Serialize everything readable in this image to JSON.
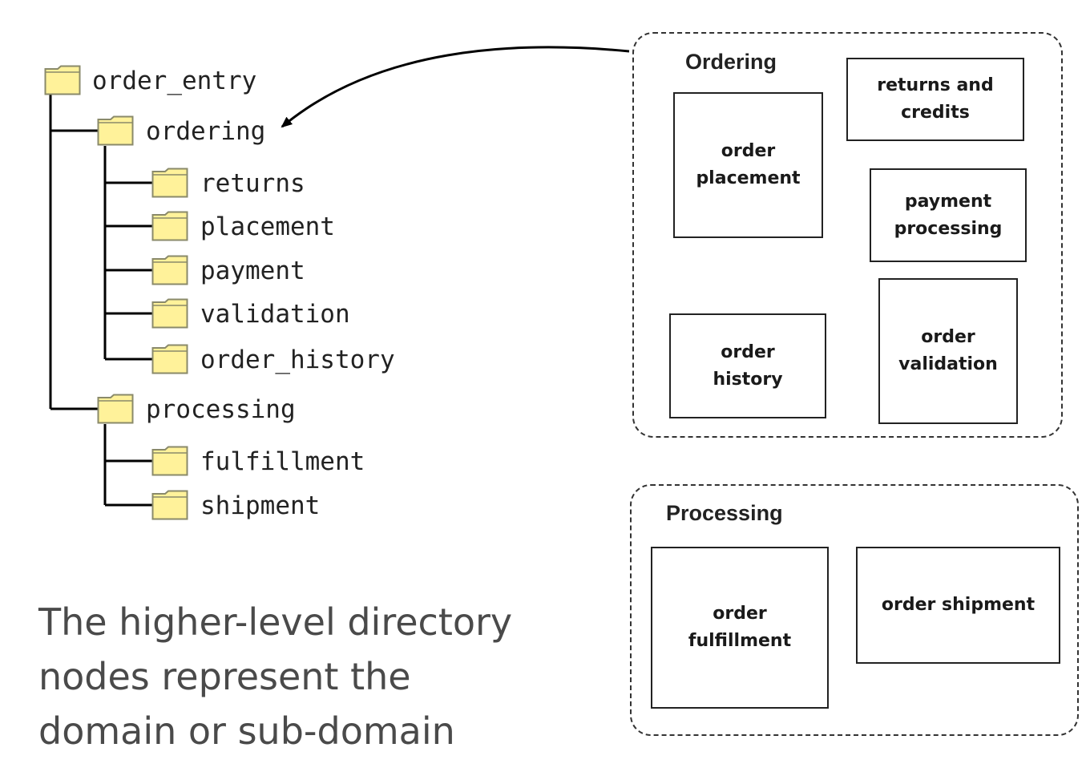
{
  "tree": {
    "root": "order_entry",
    "ordering": "ordering",
    "ordering_children": [
      "returns",
      "placement",
      "payment",
      "validation",
      "order_history"
    ],
    "processing": "processing",
    "processing_children": [
      "fulfillment",
      "shipment"
    ]
  },
  "caption": {
    "line1": "The higher-level directory",
    "line2": "nodes represent the",
    "line3": "domain or sub-domain"
  },
  "ordering_group": {
    "title": "Ordering",
    "returns_credits": "returns and\ncredits",
    "placement": "order\nplacement",
    "payment": "payment\nprocessing",
    "history": "order\nhistory",
    "validation": "order\nvalidation"
  },
  "processing_group": {
    "title": "Processing",
    "fulfillment": "order\nfulfillment",
    "shipment": "order shipment"
  },
  "colors": {
    "folder_fill": "#fff29a",
    "folder_stroke": "#8a8a6a",
    "line": "#000000"
  }
}
